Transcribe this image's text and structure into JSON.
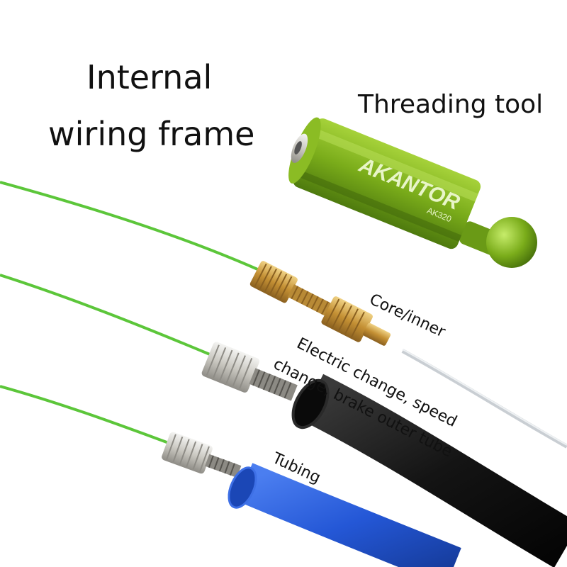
{
  "labels": {
    "internal": "Internal",
    "wiring_frame": "wiring frame",
    "threading_tool": "Threading tool",
    "core_inner": "Core/inner",
    "electric_line1": "Electric change, speed",
    "electric_line2": "change, brake outer tube",
    "tubing": "Tubing"
  },
  "tool": {
    "brand": "AKANTOR",
    "model": "AK320"
  },
  "colors": {
    "green_wire": "#5cc63a",
    "tool_green": "#7fb11c",
    "brass": "#c9a04a",
    "black_tube": "#151515",
    "blue_tube": "#2457d6",
    "steel_cable": "#c9ced3"
  }
}
